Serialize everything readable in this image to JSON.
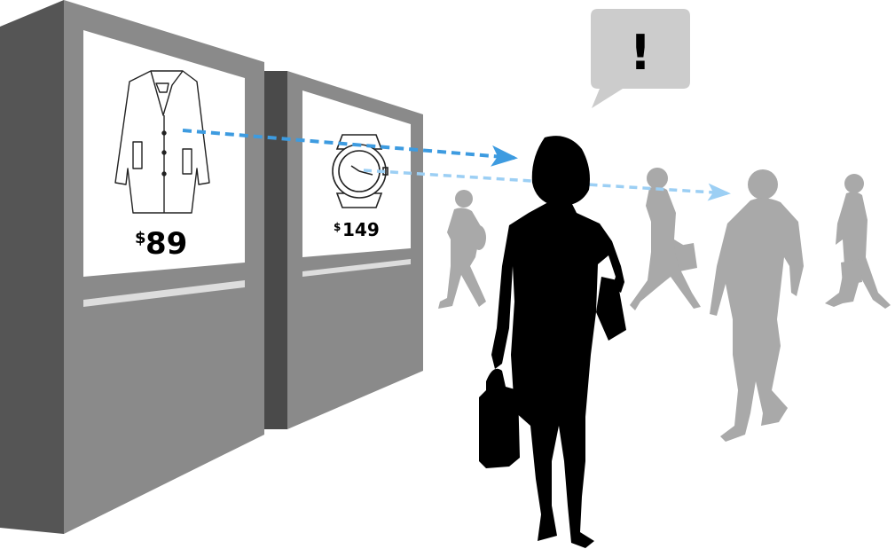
{
  "colors": {
    "background": "#ffffff",
    "kiosk_front": "#8a8a8a",
    "kiosk_side": "#555555",
    "kiosk_side_dark": "#4a4a4a",
    "screen": "#ffffff",
    "shelf": "#dddddd",
    "gaze_dark": "#3d9be0",
    "gaze_light": "#9ccff4",
    "silhouette_main": "#000000",
    "silhouette_bg": "#a9a9a9",
    "alert_bubble": "#cccccc"
  },
  "kiosks": [
    {
      "product_icon": "coat-icon",
      "price_symbol": "$",
      "price_value": "89"
    },
    {
      "product_icon": "watch-icon",
      "price_symbol": "$",
      "price_value": "149"
    }
  ],
  "alert": {
    "icon": "exclamation-icon",
    "symbol": "!"
  },
  "gaze_arrows": [
    "coat-to-woman",
    "watch-to-man"
  ],
  "people": [
    "woman-shopper",
    "child-walker",
    "woman-with-bag",
    "man-walking",
    "woman-far-right"
  ]
}
